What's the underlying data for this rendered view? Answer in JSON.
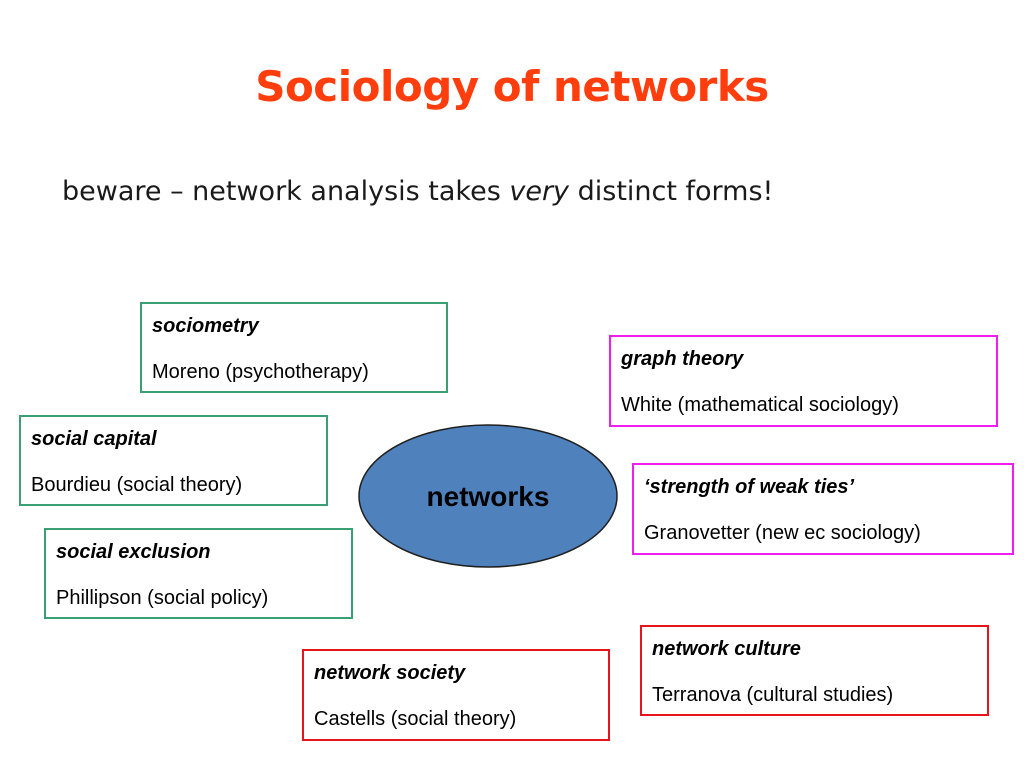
{
  "title": "Sociology of networks",
  "subtitle": {
    "before": "beware – network analysis takes ",
    "emphasis": "very",
    "after": " distinct forms!"
  },
  "center": {
    "label": "networks",
    "fill_color": "#4f81bd",
    "stroke_color": "#1f1f1f"
  },
  "boxes": {
    "sociometry": {
      "heading": "sociometry",
      "detail": "Moreno (psychotherapy)",
      "border_color": "#3aa074"
    },
    "social_capital": {
      "heading": "social capital",
      "detail": "Bourdieu (social theory)",
      "border_color": "#3aa074"
    },
    "social_exclusion": {
      "heading": "social exclusion",
      "detail": "Phillipson (social policy)",
      "border_color": "#3aa074"
    },
    "graph_theory": {
      "heading": "graph theory",
      "detail": "White (mathematical sociology)",
      "border_color": "#f01cf0"
    },
    "weak_ties": {
      "heading": "‘strength of weak ties’",
      "detail": "Granovetter (new ec sociology)",
      "border_color": "#f01cf0"
    },
    "network_culture": {
      "heading": "network culture",
      "detail": "Terranova (cultural studies)",
      "border_color": "#e8141c"
    },
    "network_society": {
      "heading": "network society",
      "detail": "Castells (social theory)",
      "border_color": "#e8141c"
    }
  },
  "colors": {
    "title": "#ff3d0d",
    "text": "#000000"
  }
}
